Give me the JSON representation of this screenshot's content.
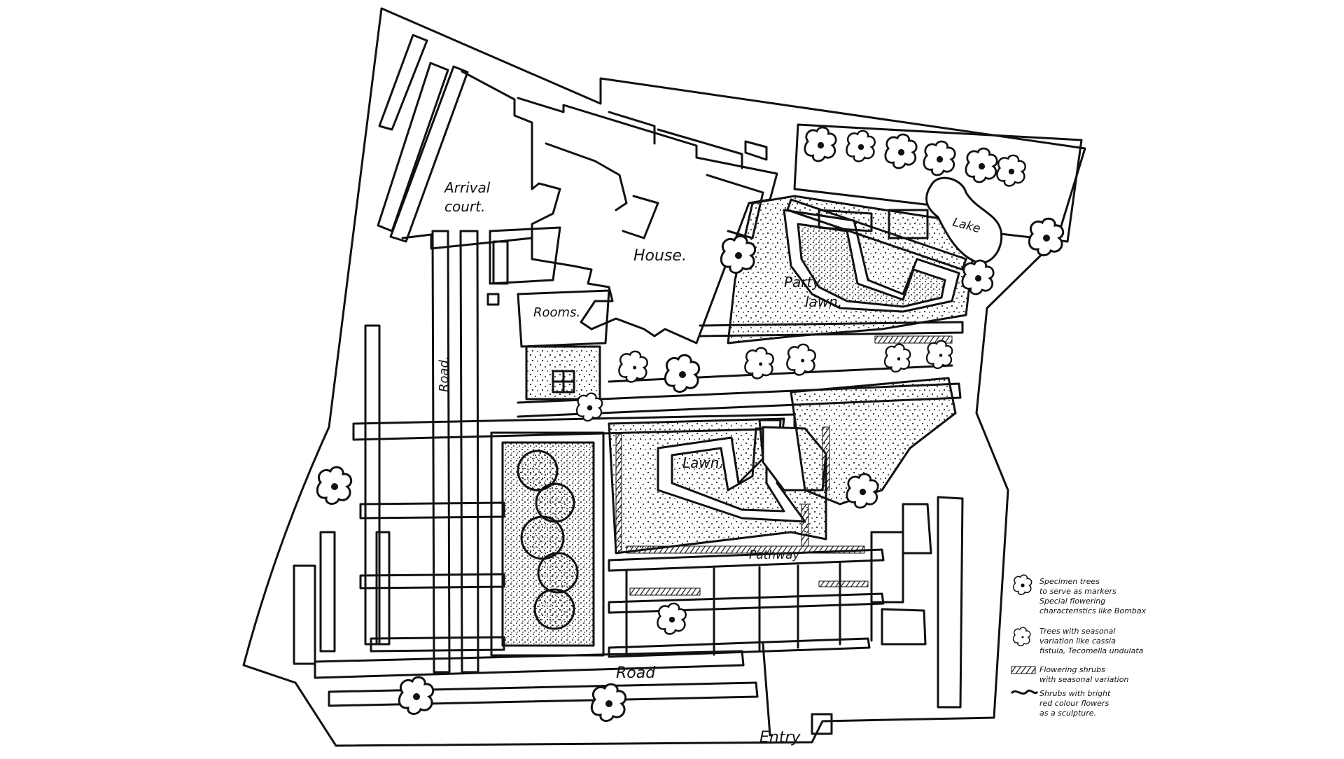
{
  "plan": {
    "labels": {
      "arrival_court_line1": "Arrival",
      "arrival_court_line2": "court.",
      "house": "House.",
      "rooms": "Rooms.",
      "party_lawn_line1": "Party",
      "party_lawn_line2": "lawn.",
      "lake": "Lake",
      "road_vertical": "Road.",
      "lawn": "Lawn.",
      "pathway": "Pathway",
      "road_bottom": "Road",
      "entry": "Entry"
    },
    "legend": [
      {
        "symbol": "specimen-tree-icon",
        "lines": [
          "Specimen trees",
          "to serve as markers",
          "Special flowering",
          "characteristics like Bombax"
        ]
      },
      {
        "symbol": "seasonal-tree-icon",
        "lines": [
          "Trees with seasonal",
          "variation like cassia",
          "fistula, Tecomella undulata"
        ]
      },
      {
        "symbol": "flowering-shrubs-icon",
        "lines": [
          "Flowering shrubs",
          "with seasonal variation"
        ]
      },
      {
        "symbol": "bright-shrubs-icon",
        "lines": [
          "Shrubs with bright",
          "red colour flowers",
          "as a sculpture."
        ]
      }
    ],
    "ink_color": "#111111"
  }
}
